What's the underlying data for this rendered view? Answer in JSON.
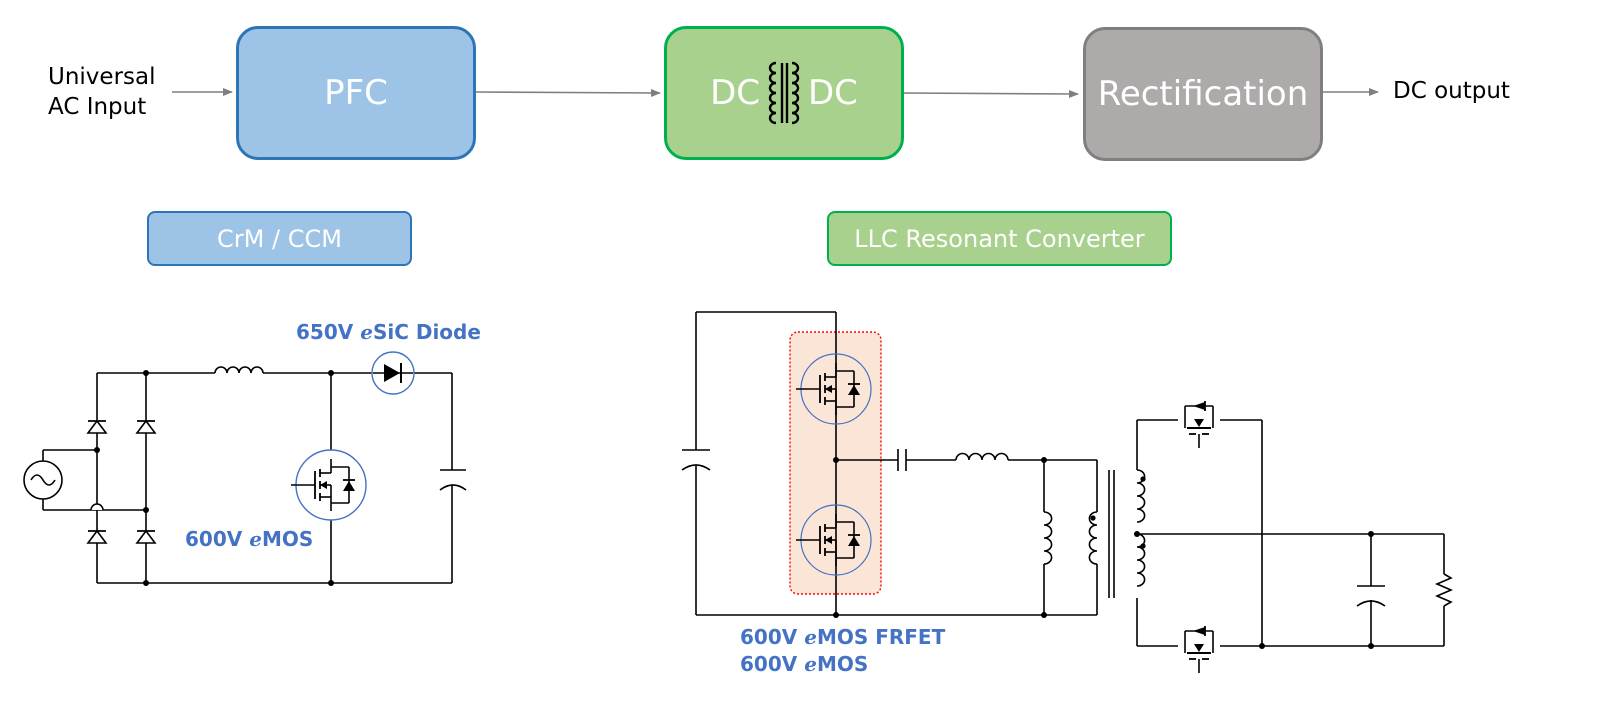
{
  "colors": {
    "pfc_fill": "#9DC3E6",
    "pfc_border": "#2E75B6",
    "dcdc_fill": "#A9D18E",
    "dcdc_border": "#00B050",
    "rect_fill": "#AEAAAA",
    "rect_border": "#7F7F7F",
    "accent_text": "#4472C4",
    "highlight_fill": "#FBE5D6",
    "highlight_border": "#FF0000",
    "wire": "#000000",
    "device_circle": "#4472C4"
  },
  "flow": {
    "input_line1": "Universal",
    "input_line2": "AC Input",
    "pfc": "PFC",
    "dcdc_left": "DC",
    "dcdc_right": "DC",
    "rectification": "Rectification",
    "output": "DC output"
  },
  "modes": {
    "pfc_mode": "CrM / CCM",
    "dcdc_mode": "LLC Resonant Converter"
  },
  "pfc_circuit": {
    "diode_prefix": "650V ",
    "diode_e": "e",
    "diode_suffix": "SiC Diode",
    "mos_prefix": "600V ",
    "mos_e": "e",
    "mos_suffix": "MOS"
  },
  "llc_circuit": {
    "line1_prefix": "600V ",
    "line1_e": "e",
    "line1_suffix": "MOS FRFET",
    "line2_prefix": "600V ",
    "line2_e": "e",
    "line2_suffix": "MOS"
  }
}
